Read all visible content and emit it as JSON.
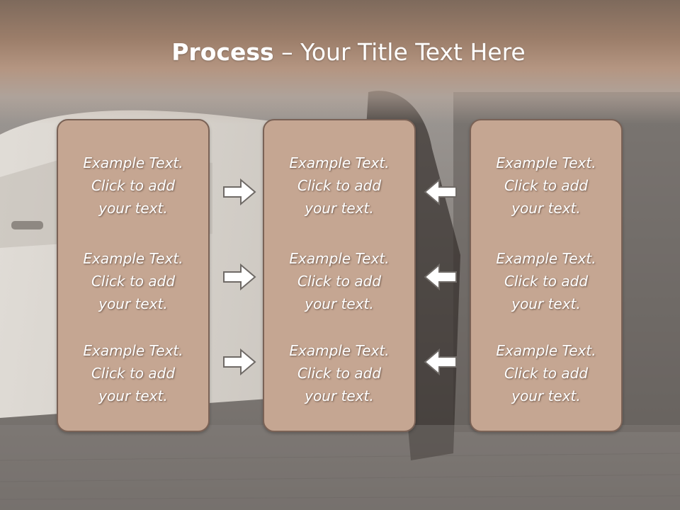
{
  "slide": {
    "title_bold": "Process",
    "title_rest": " – Your Title Text Here"
  },
  "columns": [
    {
      "items": [
        {
          "l1": "Example Text.",
          "l2": "Click  to add",
          "l3": "your text."
        },
        {
          "l1": "Example Text.",
          "l2": "Click  to add",
          "l3": "your text."
        },
        {
          "l1": "Example Text.",
          "l2": "Click  to add",
          "l3": "your text."
        }
      ]
    },
    {
      "items": [
        {
          "l1": "Example Text.",
          "l2": "Click  to add",
          "l3": "your text."
        },
        {
          "l1": "Example Text.",
          "l2": "Click  to add",
          "l3": "your text."
        },
        {
          "l1": "Example Text.",
          "l2": "Click  to add",
          "l3": "your text."
        }
      ]
    },
    {
      "items": [
        {
          "l1": "Example Text.",
          "l2": "Click  to add",
          "l3": "your text."
        },
        {
          "l1": "Example Text.",
          "l2": "Click  to add",
          "l3": "your text."
        },
        {
          "l1": "Example Text.",
          "l2": "Click  to add",
          "l3": "your text."
        }
      ]
    }
  ],
  "arrows": {
    "left_group": "arrow-right-icon",
    "right_group": "arrow-left-icon"
  },
  "colors": {
    "box_fill": "#c5a692",
    "box_border": "#7a6256",
    "header": "#a88a76"
  }
}
